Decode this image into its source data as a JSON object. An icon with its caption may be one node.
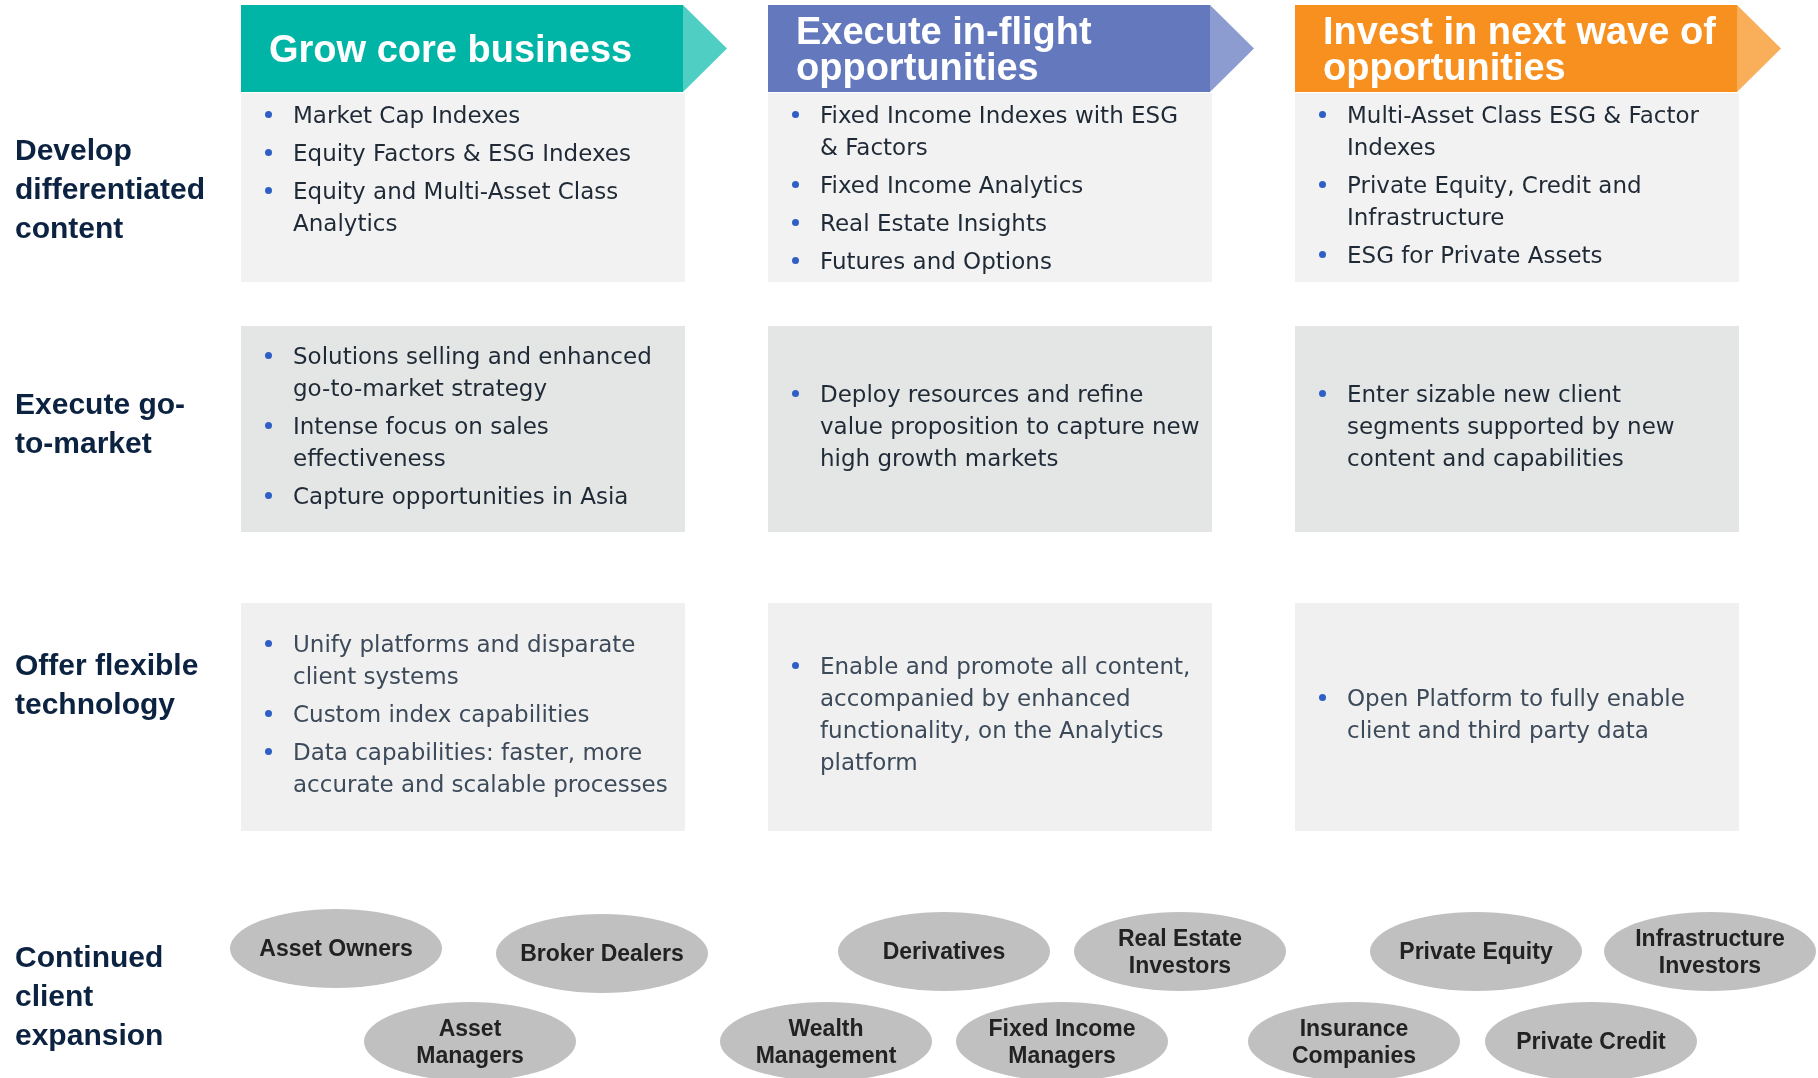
{
  "diagram": {
    "nodes": [
      {
        "text": [
          "Grow core business"
        ]
      },
      {
        "text": [
          "Execute in-flight opportunities"
        ]
      },
      {
        "text": [
          "Invest in next wave of opportunities"
        ]
      },
      {
        "text": [
          "Market Cap Indexes",
          "Equity Factors & ESG Indexes",
          "Equity and Multi-Asset Class Analytics"
        ]
      },
      {
        "text": [
          "Fixed Income Indexes with ESG & Factors",
          "Fixed Income Analytics",
          "Real Estate Insights",
          "Futures and Options"
        ]
      },
      {
        "text": [
          "Multi-Asset Class ESG & Factor Indexes",
          "Private Equity, Credit and Infrastructure",
          "ESG for Private Assets"
        ]
      },
      {
        "text": [
          "Solutions selling and enhanced go-to-market strategy",
          "Intense focus on sales effectiveness",
          "Capture opportunities in Asia"
        ]
      },
      {
        "text": [
          "Deploy resources and refine value proposition to capture new high growth markets"
        ]
      },
      {
        "text": [
          "Enter sizable new client segments supported by new content and capabilities"
        ]
      },
      {
        "text": [
          "Unify platforms and disparate client systems",
          "Custom index capabilities",
          "Data capabilities: faster, more accurate and scalable processes"
        ]
      },
      {
        "text": [
          "Enable and promote all content, accompanied by enhanced functionality, on the Analytics platform"
        ]
      },
      {
        "text": [
          "Open Platform to fully enable client and third party data"
        ]
      },
      {
        "text": [
          "Asset Owners"
        ]
      },
      {
        "text": [
          "Broker Dealers"
        ]
      },
      {
        "text": [
          "Asset Managers"
        ]
      },
      {
        "text": [
          "Derivatives"
        ]
      },
      {
        "text": [
          "Real Estate Investors"
        ]
      },
      {
        "text": [
          "Wealth Management"
        ]
      },
      {
        "text": [
          "Fixed Income Managers"
        ]
      },
      {
        "text": [
          "Private Equity"
        ]
      },
      {
        "text": [
          "Infrastructure Investors"
        ]
      },
      {
        "text": [
          "Insurance Companies"
        ]
      },
      {
        "text": [
          "Private Credit"
        ]
      }
    ],
    "edges": [],
    "labels": [
      "Develop differentiated content",
      "Execute go-to-market",
      "Offer flexible technology",
      "Continued client expansion"
    ]
  }
}
